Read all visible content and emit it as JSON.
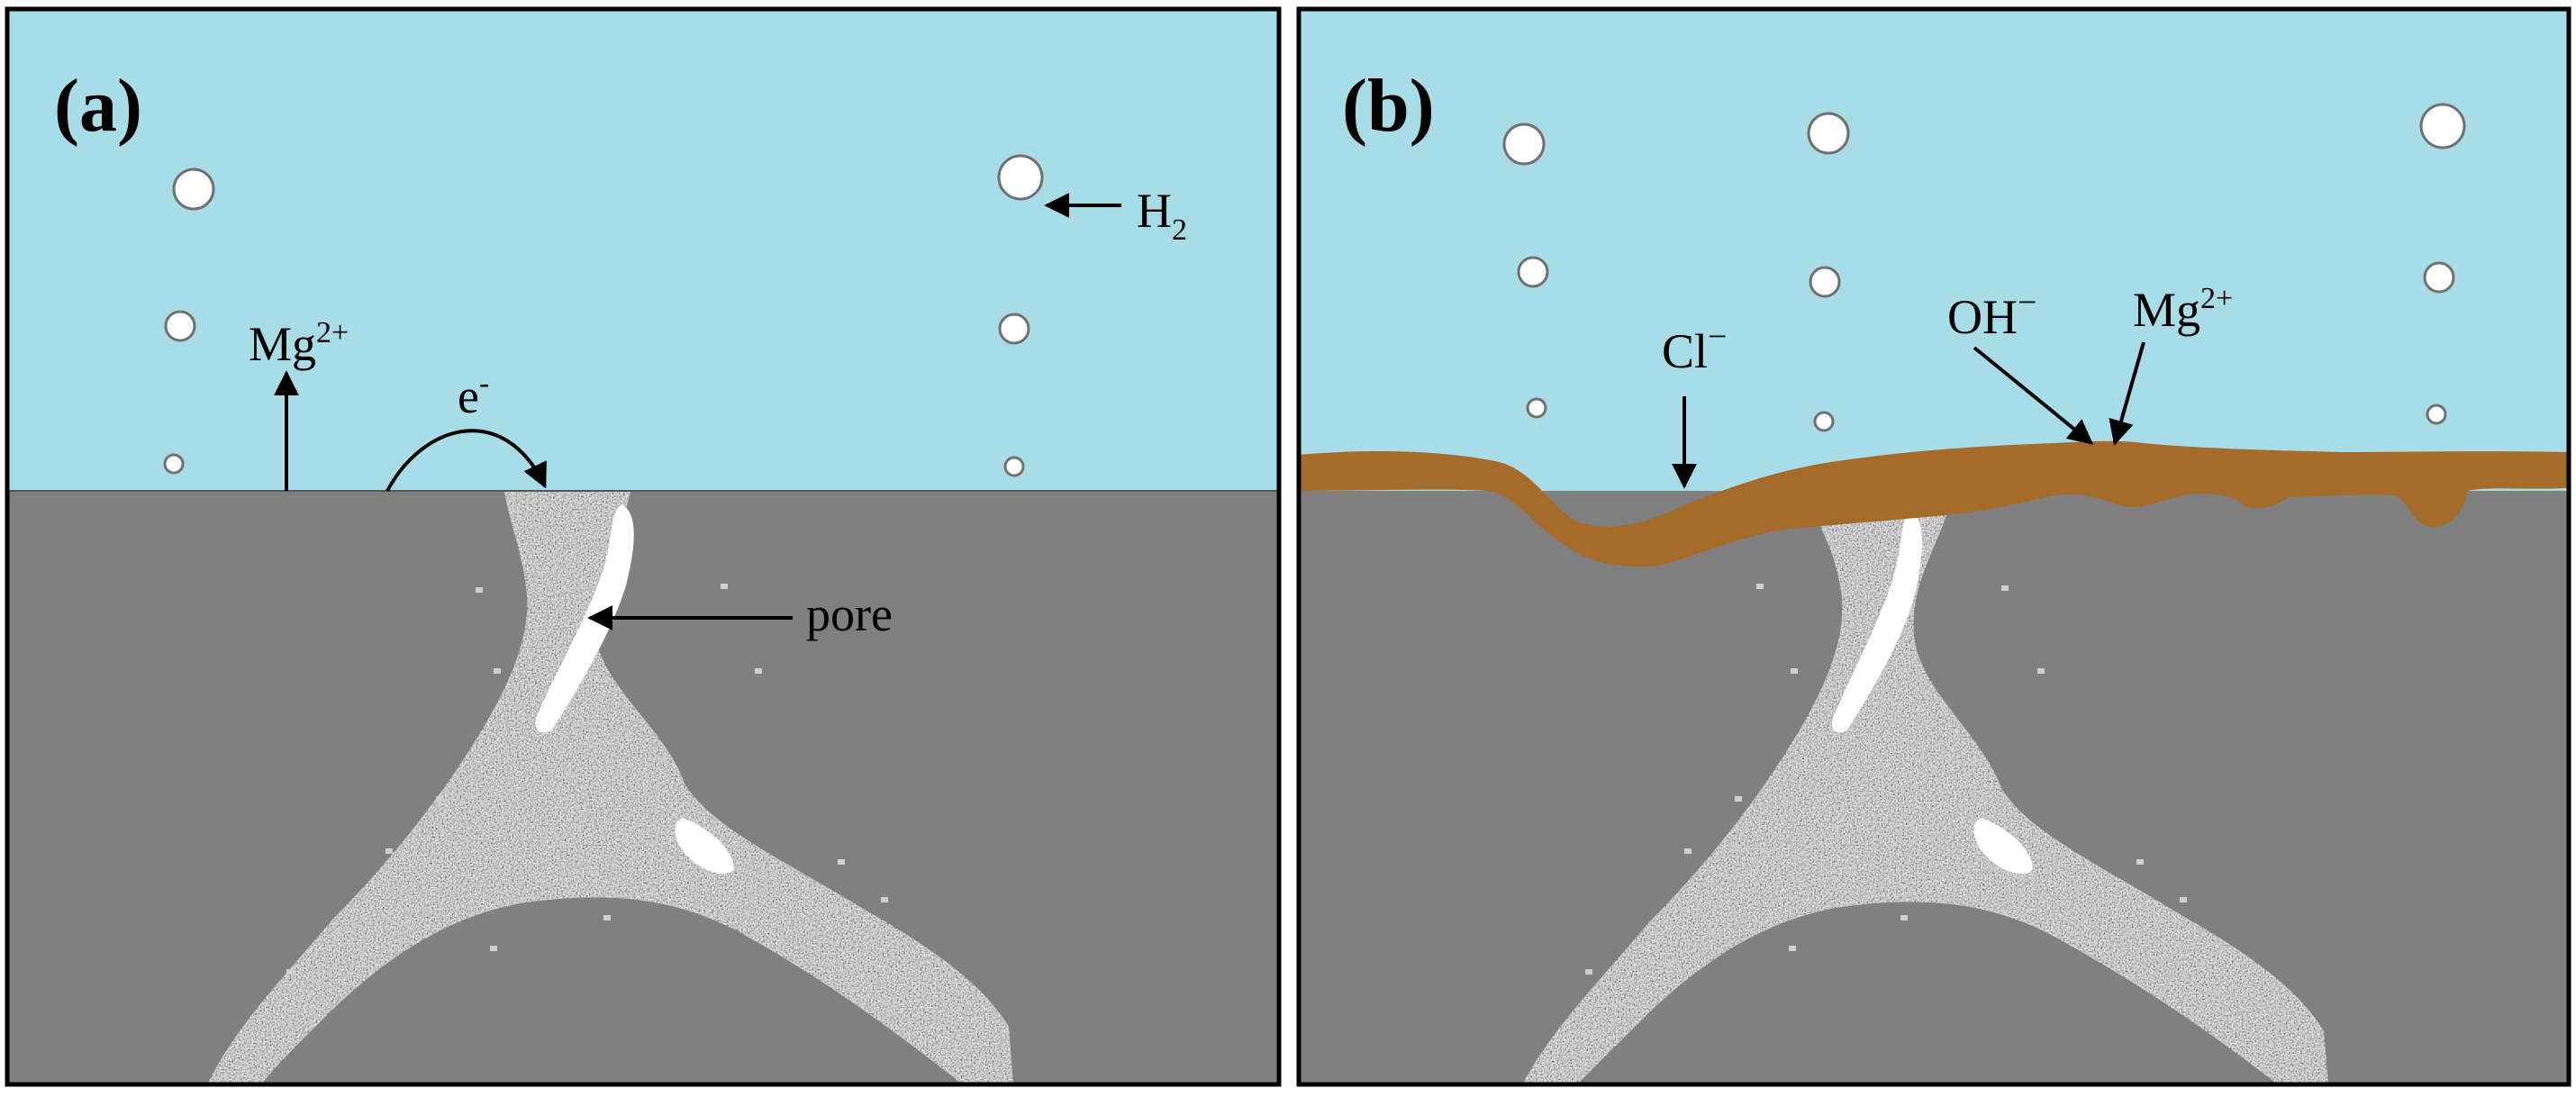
{
  "figure": {
    "colors": {
      "electrolyte": "#a8dce7",
      "substrate": "#808080",
      "product_layer": "#a56b2a",
      "bubble": "#ffffff",
      "frame": "#000000",
      "second_phase": "#c9c9c9"
    },
    "panel_a": {
      "letter": "(a)",
      "mg_label": "Mg",
      "mg_charge": "2+",
      "electron_label": "e",
      "electron_sup": "-",
      "h2_label": "H",
      "h2_sub": "2",
      "pore_label": "pore"
    },
    "panel_b": {
      "letter": "(b)",
      "cl_label": "Cl",
      "cl_charge": "−",
      "oh_label": "OH",
      "oh_charge": "−",
      "mg_label": "Mg",
      "mg_charge": "2+"
    }
  }
}
